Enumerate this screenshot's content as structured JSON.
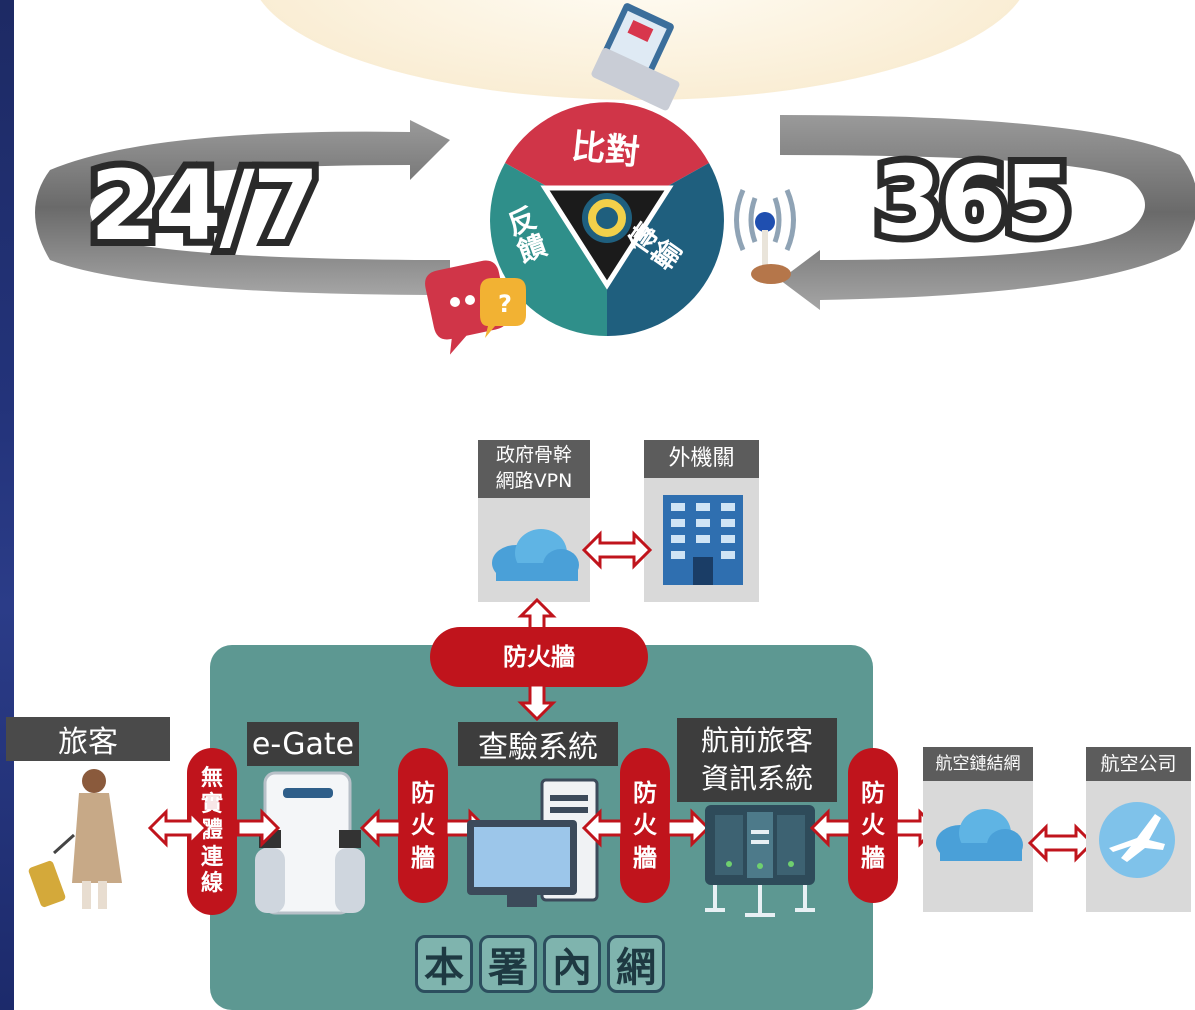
{
  "top": {
    "left_number": "24/7",
    "right_number": "365",
    "wheel": {
      "top_segment": "比對",
      "left_segment": "反饋",
      "right_segment": "傳輸"
    }
  },
  "network": {
    "gov_backbone_label": "政府骨幹\n網路VPN",
    "external_agency_label": "外機關",
    "top_firewall": "防火牆",
    "traveler_label": "旅客",
    "wireless_label": "無實體連線",
    "egate_label": "e-Gate",
    "inspection_label": "查驗系統",
    "apis_label": "航前旅客\n資訊系統",
    "firewall_1": "防火牆",
    "firewall_2": "防火牆",
    "firewall_3": "防火牆",
    "airline_network_label": "航空鏈結網",
    "airline_label": "航空公司",
    "intranet_chars": [
      "本",
      "署",
      "內",
      "網"
    ]
  },
  "colors": {
    "firewall_red": "#c0141c",
    "intranet_teal": "#5d9892",
    "panel_gray": "#d9d9d9",
    "header_gray": "#5c5c5c",
    "wheel_red": "#d03548",
    "wheel_teal": "#2f8f8a",
    "wheel_navy": "#1f5f7e"
  }
}
